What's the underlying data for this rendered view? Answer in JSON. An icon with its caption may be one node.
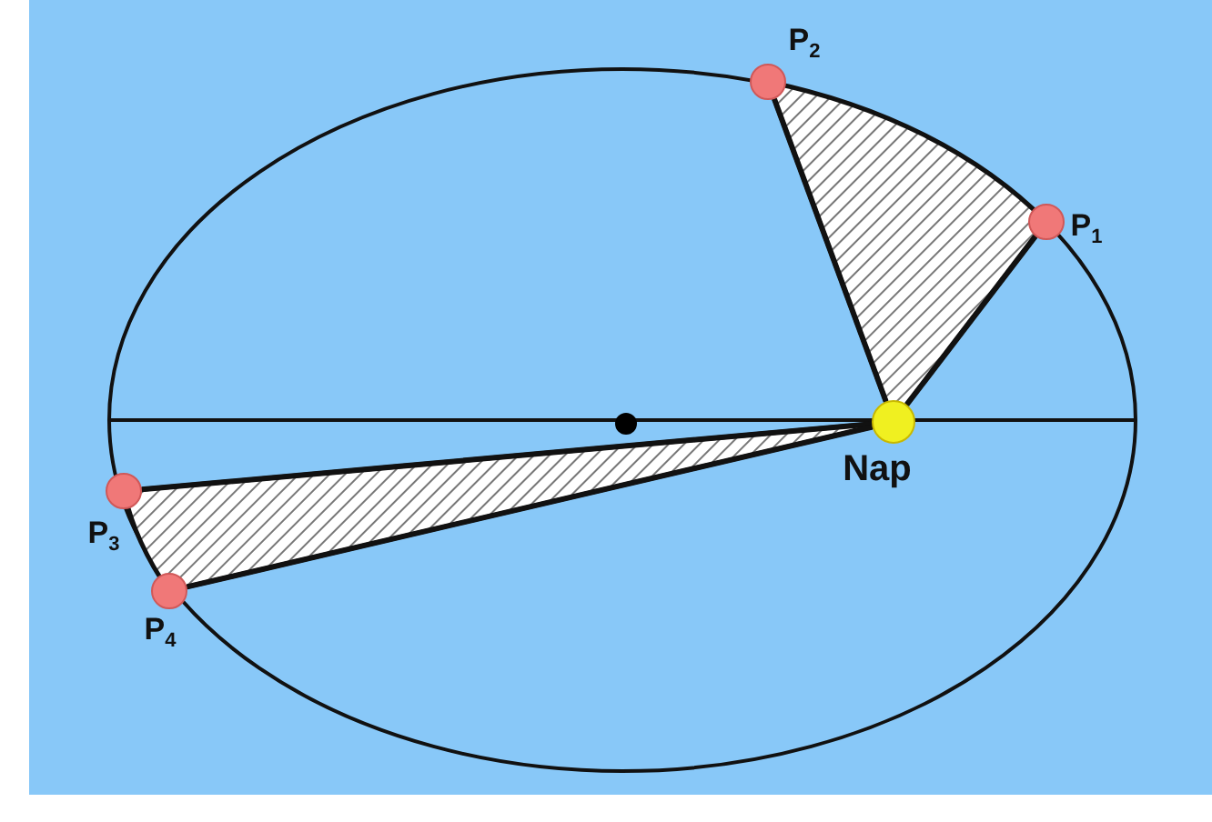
{
  "diagram": {
    "nodes": [
      {
        "text": [],
        "shape": "circle",
        "beside": [
          "P$_{2}$"
        ]
      },
      {
        "text": [],
        "shape": "circle",
        "beside": [
          "P$_{1}$"
        ]
      },
      {
        "text": [],
        "shape": "circle",
        "beside": [
          "Nap"
        ]
      },
      {
        "text": [],
        "shape": "circle",
        "beside": [
          "P$_{3}$"
        ]
      },
      {
        "text": [],
        "shape": "circle",
        "beside": [
          "P$_{4}$"
        ]
      }
    ],
    "edges": [
      {
        "from": 2,
        "to": 0,
        "arrow": "none"
      },
      {
        "from": 2,
        "to": 1,
        "arrow": "none"
      },
      {
        "from": 2,
        "to": 3,
        "arrow": "none"
      },
      {
        "from": 2,
        "to": 4,
        "arrow": "none"
      }
    ]
  }
}
